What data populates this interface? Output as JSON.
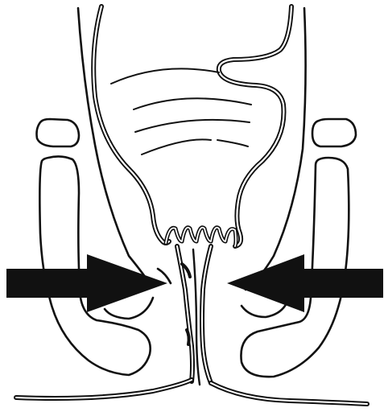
{
  "figure": {
    "background": "#ffffff",
    "line_color": "#111111",
    "arrow_color": "#111111",
    "arrows": [
      {
        "name": "left-arrow",
        "direction": "right"
      },
      {
        "name": "right-arrow",
        "direction": "left"
      }
    ]
  }
}
